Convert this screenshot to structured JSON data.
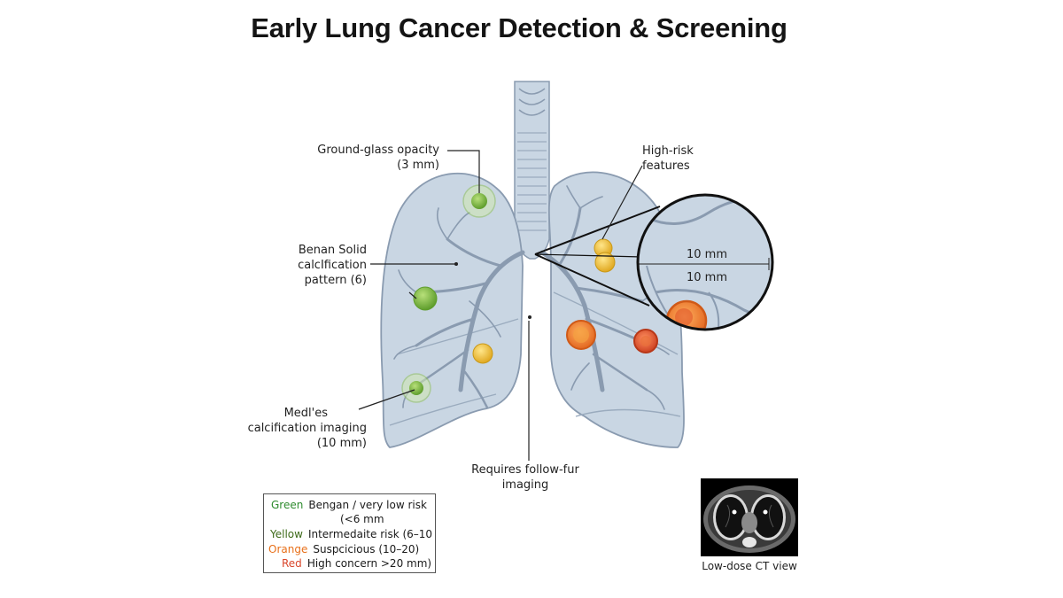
{
  "title": "Early Lung Cancer Detection & Screening",
  "labels": {
    "ground_glass": [
      "Ground-glass opacity",
      "(3 mm)"
    ],
    "benign_solid": [
      "Benan Solid",
      "calcIfication",
      "pattern (6)"
    ],
    "medium": [
      "Medl'es",
      "calcification imaging",
      "(10 mm)"
    ],
    "high_risk": [
      "High-risk",
      "features"
    ],
    "follow_up": [
      "Requires follow-fur",
      "imaging"
    ],
    "magnifier_measure_1": "10 mm",
    "magnifier_measure_2": "10 mm"
  },
  "legend": [
    {
      "key": "Green",
      "text": "Bengan / very low risk",
      "color": "#2e8b2e"
    },
    {
      "key": "",
      "text": "(<6 mm",
      "color": "#2e8b2e"
    },
    {
      "key": "Yellow",
      "text": "Intermedaite risk (6–10",
      "color": "#4a6b1c"
    },
    {
      "key": "Orange",
      "text": "Suspcicious (10–20)",
      "color": "#e8701a"
    },
    {
      "key": "Red",
      "text": "High concern >20 mm)",
      "color": "#d9462b"
    }
  ],
  "ct_caption": "Low-dose CT view",
  "colors": {
    "lung_fill": "#c9d6e3",
    "lung_stroke": "#8a9bb0",
    "nodule_green": "#7db84a",
    "nodule_yellow": "#f0c43a",
    "nodule_orange": "#f08a24",
    "nodule_red": "#e0552a"
  }
}
